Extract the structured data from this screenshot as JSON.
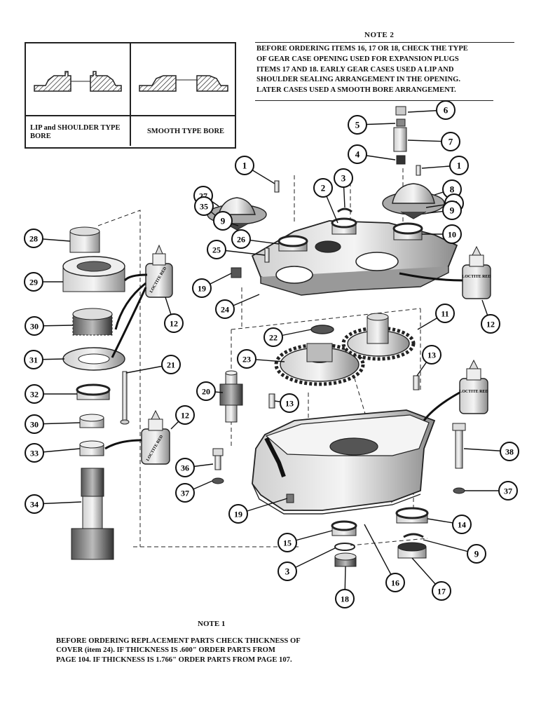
{
  "note2": {
    "title": "NOTE 2",
    "lines": [
      "BEFORE ORDERING ITEMS 16, 17 OR 18, CHECK THE TYPE",
      "OF GEAR CASE OPENING USED FOR EXPANSION PLUGS",
      "ITEMS 17 AND 18. EARLY GEAR CASES USED A LIP AND",
      "SHOULDER SEALING ARRANGEMENT IN THE OPENING.",
      "LATER CASES USED A SMOOTH BORE ARRANGEMENT."
    ]
  },
  "bore_types": {
    "lip": "LIP and SHOULDER TYPE BORE",
    "smooth": "SMOOTH TYPE BORE"
  },
  "note1": {
    "title": "NOTE 1",
    "lines": [
      "BEFORE ORDERING REPLACEMENT PARTS CHECK THICKNESS OF",
      "COVER (item 24). IF THICKNESS IS .600\" ORDER PARTS FROM",
      "PAGE 104.  IF THICKNESS IS 1.766\" ORDER PARTS FROM PAGE 107."
    ]
  },
  "bottle_label": "LOCTITE RED",
  "callouts": [
    "1",
    "2",
    "3",
    "4",
    "5",
    "6",
    "7",
    "7A",
    "8",
    "9",
    "10",
    "11",
    "12",
    "13",
    "14",
    "15",
    "16",
    "17",
    "18",
    "19",
    "20",
    "21",
    "22",
    "23",
    "24",
    "25",
    "26",
    "27",
    "28",
    "29",
    "30",
    "31",
    "32",
    "33",
    "34",
    "35",
    "36",
    "37",
    "38"
  ]
}
